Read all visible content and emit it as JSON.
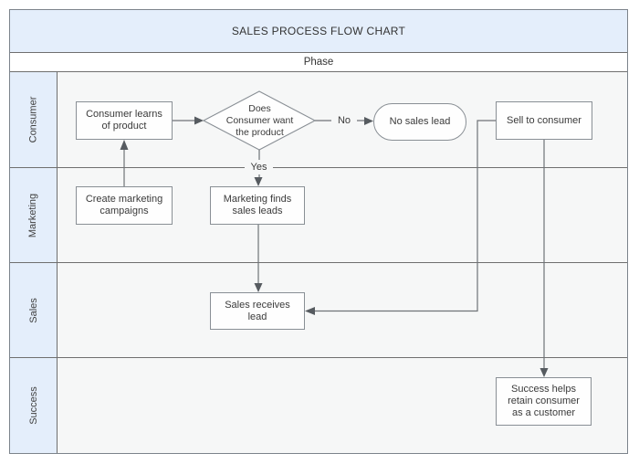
{
  "title": "SALES PROCESS FLOW CHART",
  "phase_label": "Phase",
  "lanes": [
    {
      "label": "Consumer"
    },
    {
      "label": "Marketing"
    },
    {
      "label": "Sales"
    },
    {
      "label": "Success"
    }
  ],
  "nodes": {
    "consumer_learns": {
      "label": "Consumer learns\nof product",
      "type": "process",
      "lane": "Consumer"
    },
    "decision": {
      "label": "Does\nConsumer want\nthe product",
      "type": "decision",
      "lane": "Consumer"
    },
    "no_sales_lead": {
      "label": "No sales lead",
      "type": "terminator",
      "lane": "Consumer"
    },
    "sell_to_consumer": {
      "label": "Sell to consumer",
      "type": "process",
      "lane": "Consumer"
    },
    "create_marketing": {
      "label": "Create marketing\ncampaigns",
      "type": "process",
      "lane": "Marketing"
    },
    "marketing_finds": {
      "label": "Marketing finds\nsales leads",
      "type": "process",
      "lane": "Marketing"
    },
    "sales_receives": {
      "label": "Sales receives\nlead",
      "type": "process",
      "lane": "Sales"
    },
    "success_helps": {
      "label": "Success helps\nretain consumer\nas a customer",
      "type": "process",
      "lane": "Success"
    }
  },
  "edges": [
    {
      "from": "consumer_learns",
      "to": "decision",
      "label": ""
    },
    {
      "from": "decision",
      "to": "no_sales_lead",
      "label": "No"
    },
    {
      "from": "decision",
      "to": "marketing_finds",
      "label": "Yes"
    },
    {
      "from": "create_marketing",
      "to": "consumer_learns",
      "label": ""
    },
    {
      "from": "marketing_finds",
      "to": "sales_receives",
      "label": ""
    },
    {
      "from": "sell_to_consumer",
      "to": "sales_receives",
      "label": ""
    },
    {
      "from": "sell_to_consumer",
      "to": "success_helps",
      "label": ""
    }
  ],
  "colors": {
    "header_fill": "#e4eefb",
    "lane_fill": "#f6f7f7",
    "grid_border": "#6f6f6f",
    "shape_fill": "#fefefe",
    "shape_border": "#898f95",
    "connector": "#6f7377",
    "arrow": "#565b60",
    "text": "#3a3a3a"
  }
}
